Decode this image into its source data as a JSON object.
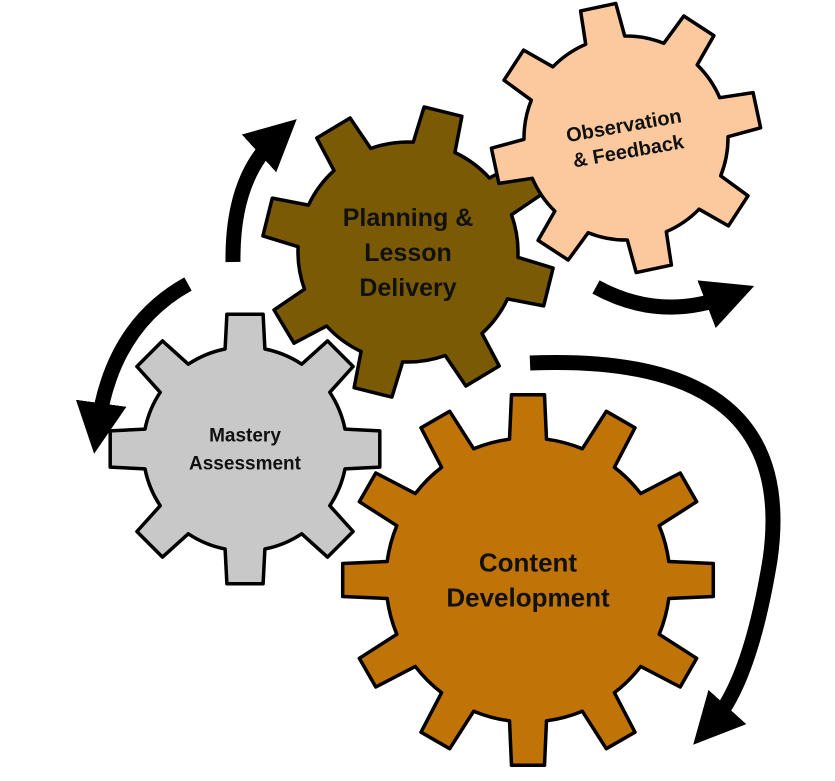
{
  "colors": {
    "planning": "#7a5a05",
    "observation": "#fbc99d",
    "mastery": "#c8c8c8",
    "content": "#c07407",
    "outline": "#000000",
    "arrow": "#000000"
  },
  "gears": [
    {
      "id": "planning",
      "lines": [
        "Planning &",
        "Lesson",
        "Delivery"
      ]
    },
    {
      "id": "observation",
      "lines": [
        "Observation",
        "& Feedback"
      ]
    },
    {
      "id": "mastery",
      "lines": [
        "Mastery",
        "Assessment"
      ]
    },
    {
      "id": "content",
      "lines": [
        "Content",
        "Development"
      ]
    }
  ],
  "arrows": [
    "planning-to-observation",
    "observation-to-content",
    "content-cycle",
    "mastery-to-planning"
  ]
}
